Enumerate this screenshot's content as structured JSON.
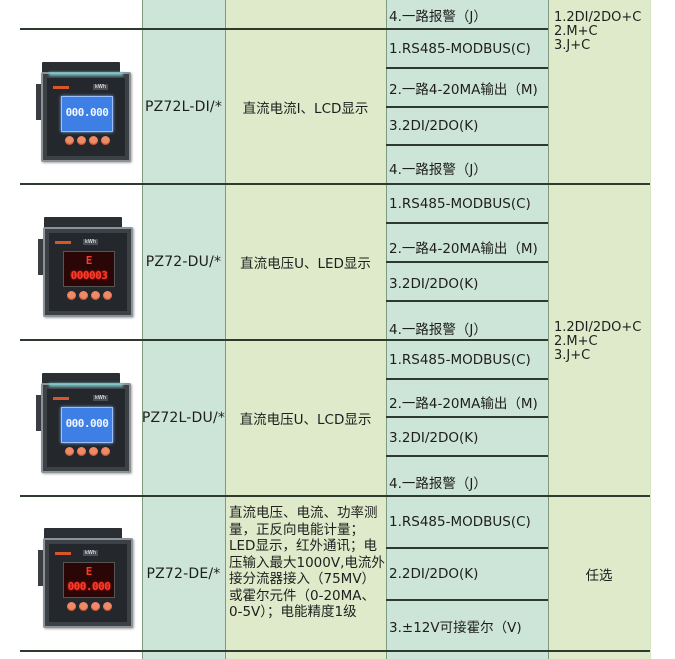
{
  "table": {
    "colors": {
      "model_column": "#cde5d8",
      "function_column": "#dfeaca",
      "options_column": "#cde5d8",
      "combo_column": "#dfeaca",
      "rule_line": "#2e3a2e",
      "led_digit": "#ff3a2a",
      "lcd_backlight": "#3e7fe6"
    },
    "top_partial_row": {
      "option": "4.一路报警（J）"
    },
    "combo_group_1": "1.2DI/2DO+C\n2.M+C\n3.J+C",
    "combo_group_2": "1.2DI/2DO+C\n2.M+C\n3.J+C",
    "rows": [
      {
        "image": "meter-lcd-blue",
        "display_value": "000.000",
        "model": "PZ72L-DI/*",
        "function": "直流电流I、LCD显示",
        "options": [
          "1.RS485-MODBUS(C)",
          "2.一路4-20MA输出（M)",
          "3.2DI/2DO(K)",
          "4.一路报警（J）"
        ]
      },
      {
        "image": "meter-led-red",
        "display_top": "E",
        "display_value": "000003",
        "model": "PZ72-DU/*",
        "function": "直流电压U、LED显示",
        "options": [
          "1.RS485-MODBUS(C)",
          "2.一路4-20MA输出（M)",
          "3.2DI/2DO(K)",
          "4.一路报警（J）"
        ]
      },
      {
        "image": "meter-lcd-blue",
        "display_value": "000.000",
        "model": "PZ72L-DU/*",
        "function": "直流电压U、LCD显示",
        "options": [
          "1.RS485-MODBUS(C)",
          "2.一路4-20MA输出（M)",
          "3.2DI/2DO(K)",
          "4.一路报警（J）"
        ]
      },
      {
        "image": "meter-led-red",
        "display_top": "E",
        "display_value": "000.000",
        "model": "PZ72-DE/*",
        "function": "直流电压、电流、功率测量，正反向电能计量；LED显示，红外通讯；电压输入最大1000V,电流外接分流器接入（75MV）或霍尔元件（0-20MA、0-5V）；电能精度1级",
        "options": [
          "1.RS485-MODBUS(C)",
          "2.2DI/2DO(K)",
          "3.±12V可接霍尔（V)"
        ],
        "combo": "任选"
      }
    ]
  }
}
